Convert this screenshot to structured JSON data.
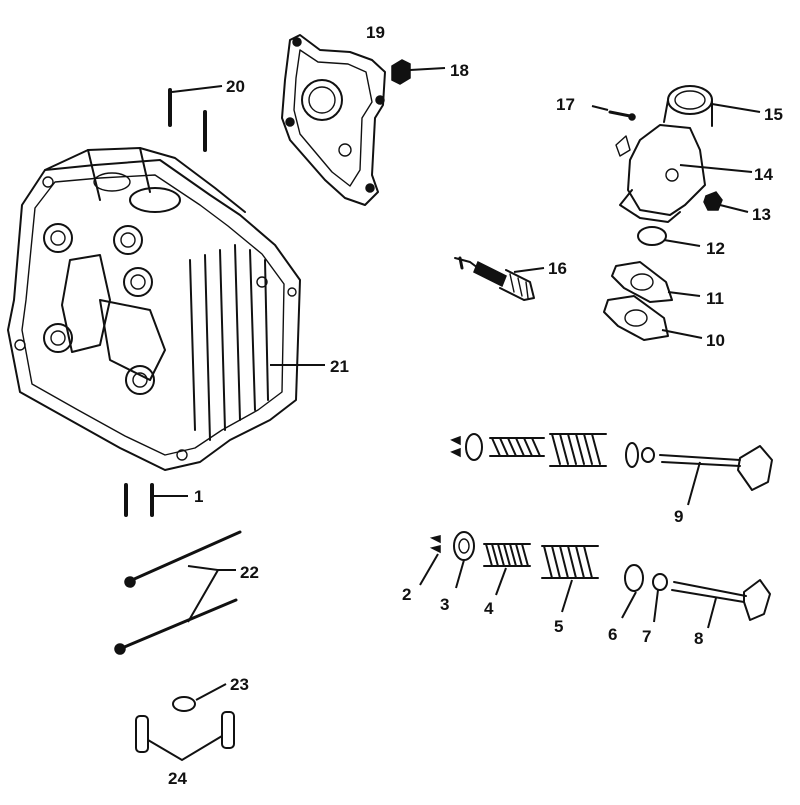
{
  "diagram": {
    "parts": [
      {
        "id": "callout-1",
        "label": "1"
      },
      {
        "id": "callout-2",
        "label": "2"
      },
      {
        "id": "callout-3",
        "label": "3"
      },
      {
        "id": "callout-4",
        "label": "4"
      },
      {
        "id": "callout-5",
        "label": "5"
      },
      {
        "id": "callout-6",
        "label": "6"
      },
      {
        "id": "callout-7",
        "label": "7"
      },
      {
        "id": "callout-8",
        "label": "8"
      },
      {
        "id": "callout-9",
        "label": "9"
      },
      {
        "id": "callout-10",
        "label": "10"
      },
      {
        "id": "callout-11",
        "label": "11"
      },
      {
        "id": "callout-12",
        "label": "12"
      },
      {
        "id": "callout-13",
        "label": "13"
      },
      {
        "id": "callout-14",
        "label": "14"
      },
      {
        "id": "callout-15",
        "label": "15"
      },
      {
        "id": "callout-16",
        "label": "16"
      },
      {
        "id": "callout-17",
        "label": "17"
      },
      {
        "id": "callout-18",
        "label": "18"
      },
      {
        "id": "callout-19",
        "label": "19"
      },
      {
        "id": "callout-20",
        "label": "20"
      },
      {
        "id": "callout-21",
        "label": "21"
      },
      {
        "id": "callout-22",
        "label": "22"
      },
      {
        "id": "callout-23",
        "label": "23"
      },
      {
        "id": "callout-24",
        "label": "24"
      }
    ]
  }
}
